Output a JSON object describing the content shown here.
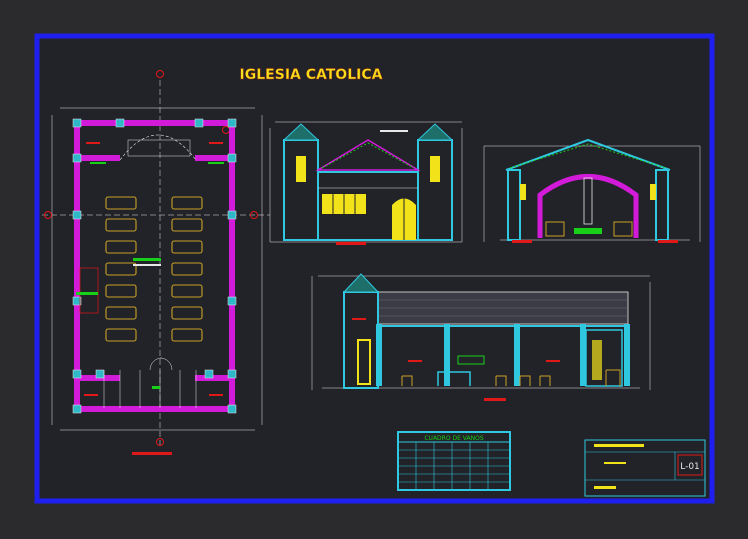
{
  "drawing": {
    "title": "IGLESIA CATOLICA",
    "table_title": "CUADRO DE VANOS",
    "sheet_code": "L-01"
  },
  "colors": {
    "background": "#2b2b2e",
    "sheet_bg": "#222328",
    "frame": "#1f1ff0",
    "wall": "#d21bd8",
    "column": "#2fb8c8",
    "title": "#f2e21a",
    "furniture": "#c9a227",
    "red": "#e01818",
    "green": "#18d018",
    "cyan": "#2fc8e0",
    "white": "#e8e8e8"
  }
}
